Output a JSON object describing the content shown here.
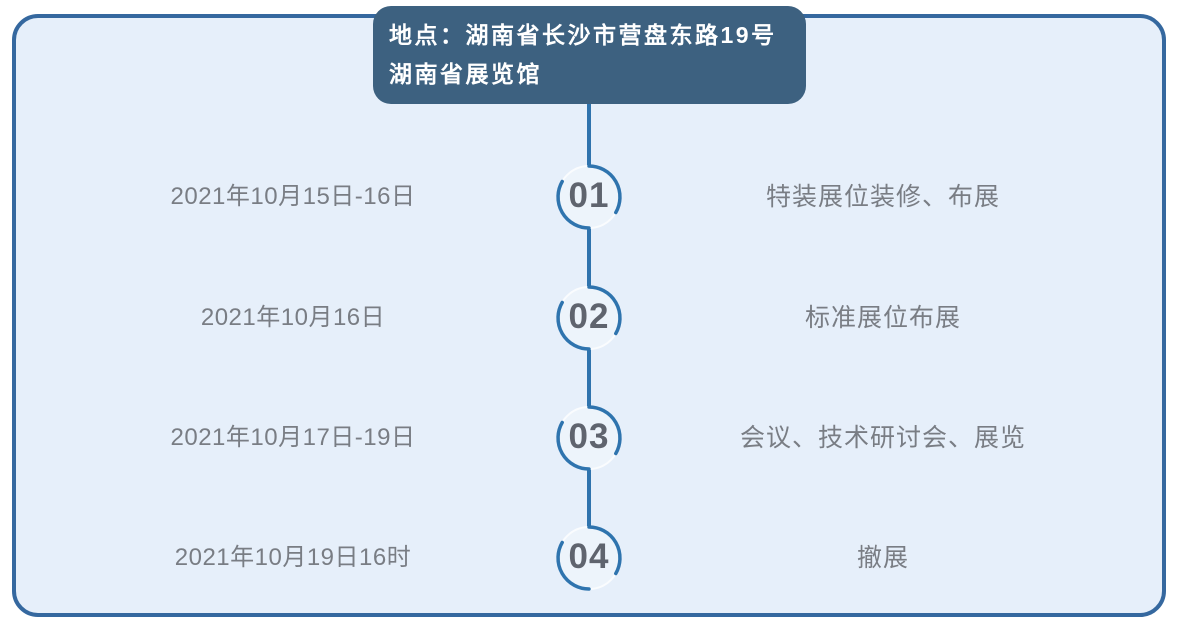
{
  "header": {
    "line1": "地点：湖南省长沙市营盘东路19号",
    "line2": "湖南省展览馆"
  },
  "timeline": {
    "rows": [
      {
        "number": "01",
        "date": "2021年10月15日-16日",
        "event": "特装展位装修、布展"
      },
      {
        "number": "02",
        "date": "2021年10月16日",
        "event": "标准展位布展"
      },
      {
        "number": "03",
        "date": "2021年10月17日-19日",
        "event": "会议、技术研讨会、展览"
      },
      {
        "number": "04",
        "date": "2021年10月19日16时",
        "event": "撤展"
      }
    ]
  },
  "colors": {
    "board_background": "#e6effa",
    "board_border": "#35689f",
    "header_background": "#3d6180",
    "header_text": "#ffffff",
    "timeline_line": "#2f73ad",
    "circle_fill": "#edf4fb",
    "circle_light_ring": "#fafcfe",
    "number_text": "#5f646e",
    "body_text": "#797d84"
  }
}
